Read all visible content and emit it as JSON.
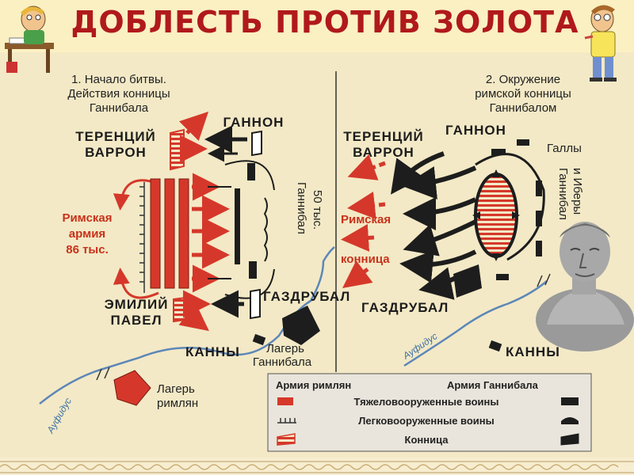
{
  "title": "ДОБЛЕСТЬ ПРОТИВ ЗОЛОТА",
  "colors": {
    "title": "#b0191c",
    "roman": "#d5382a",
    "carthage": "#1d1d1d",
    "river": "#5d87b8",
    "background": "#f3e9c6"
  },
  "left_panel": {
    "heading": [
      "1. Начало битвы.",
      "Действия конницы",
      "Ганнибала"
    ],
    "terentius": [
      "ТЕРЕНЦИЙ",
      "ВАРРОН"
    ],
    "gannon": "ГАННОН",
    "roman_army": [
      "Римская",
      "армия",
      "86 тыс."
    ],
    "hannibal": [
      "Ганнибал",
      "50 тыс."
    ],
    "aemilius": [
      "ЭМИЛИЙ",
      "ПАВЕЛ"
    ],
    "hasdrubal": "ГАЗДРУБАЛ",
    "cannae": "КАННЫ",
    "hannibal_camp": [
      "Лагерь",
      "Ганнибала"
    ],
    "roman_camp": [
      "Лагерь",
      "римлян"
    ],
    "river": "Ауфидус"
  },
  "right_panel": {
    "heading": [
      "2. Окружение",
      "римской конницы",
      "Ганнибалом"
    ],
    "terentius": [
      "ТЕРЕНЦИЙ",
      "ВАРРОН"
    ],
    "gannon": "ГАННОН",
    "gauls": "Галлы",
    "hannibal_iberians": [
      "Ганнибал",
      "и Иберы"
    ],
    "roman_cavalry": [
      "Римская",
      "конница"
    ],
    "hasdrubal": "ГАЗДРУБАЛ",
    "cannae": "КАННЫ",
    "river": "Ауфидус"
  },
  "legend": {
    "roman_header": "Армия римлян",
    "carthage_header": "Армия Ганнибала",
    "rows": [
      "Тяжеловооруженные воины",
      "Легковооруженные воины",
      "Конница"
    ]
  },
  "icons": [
    "cartoon-student-icon",
    "cartoon-teacher-icon",
    "hannibal-bust-icon"
  ]
}
